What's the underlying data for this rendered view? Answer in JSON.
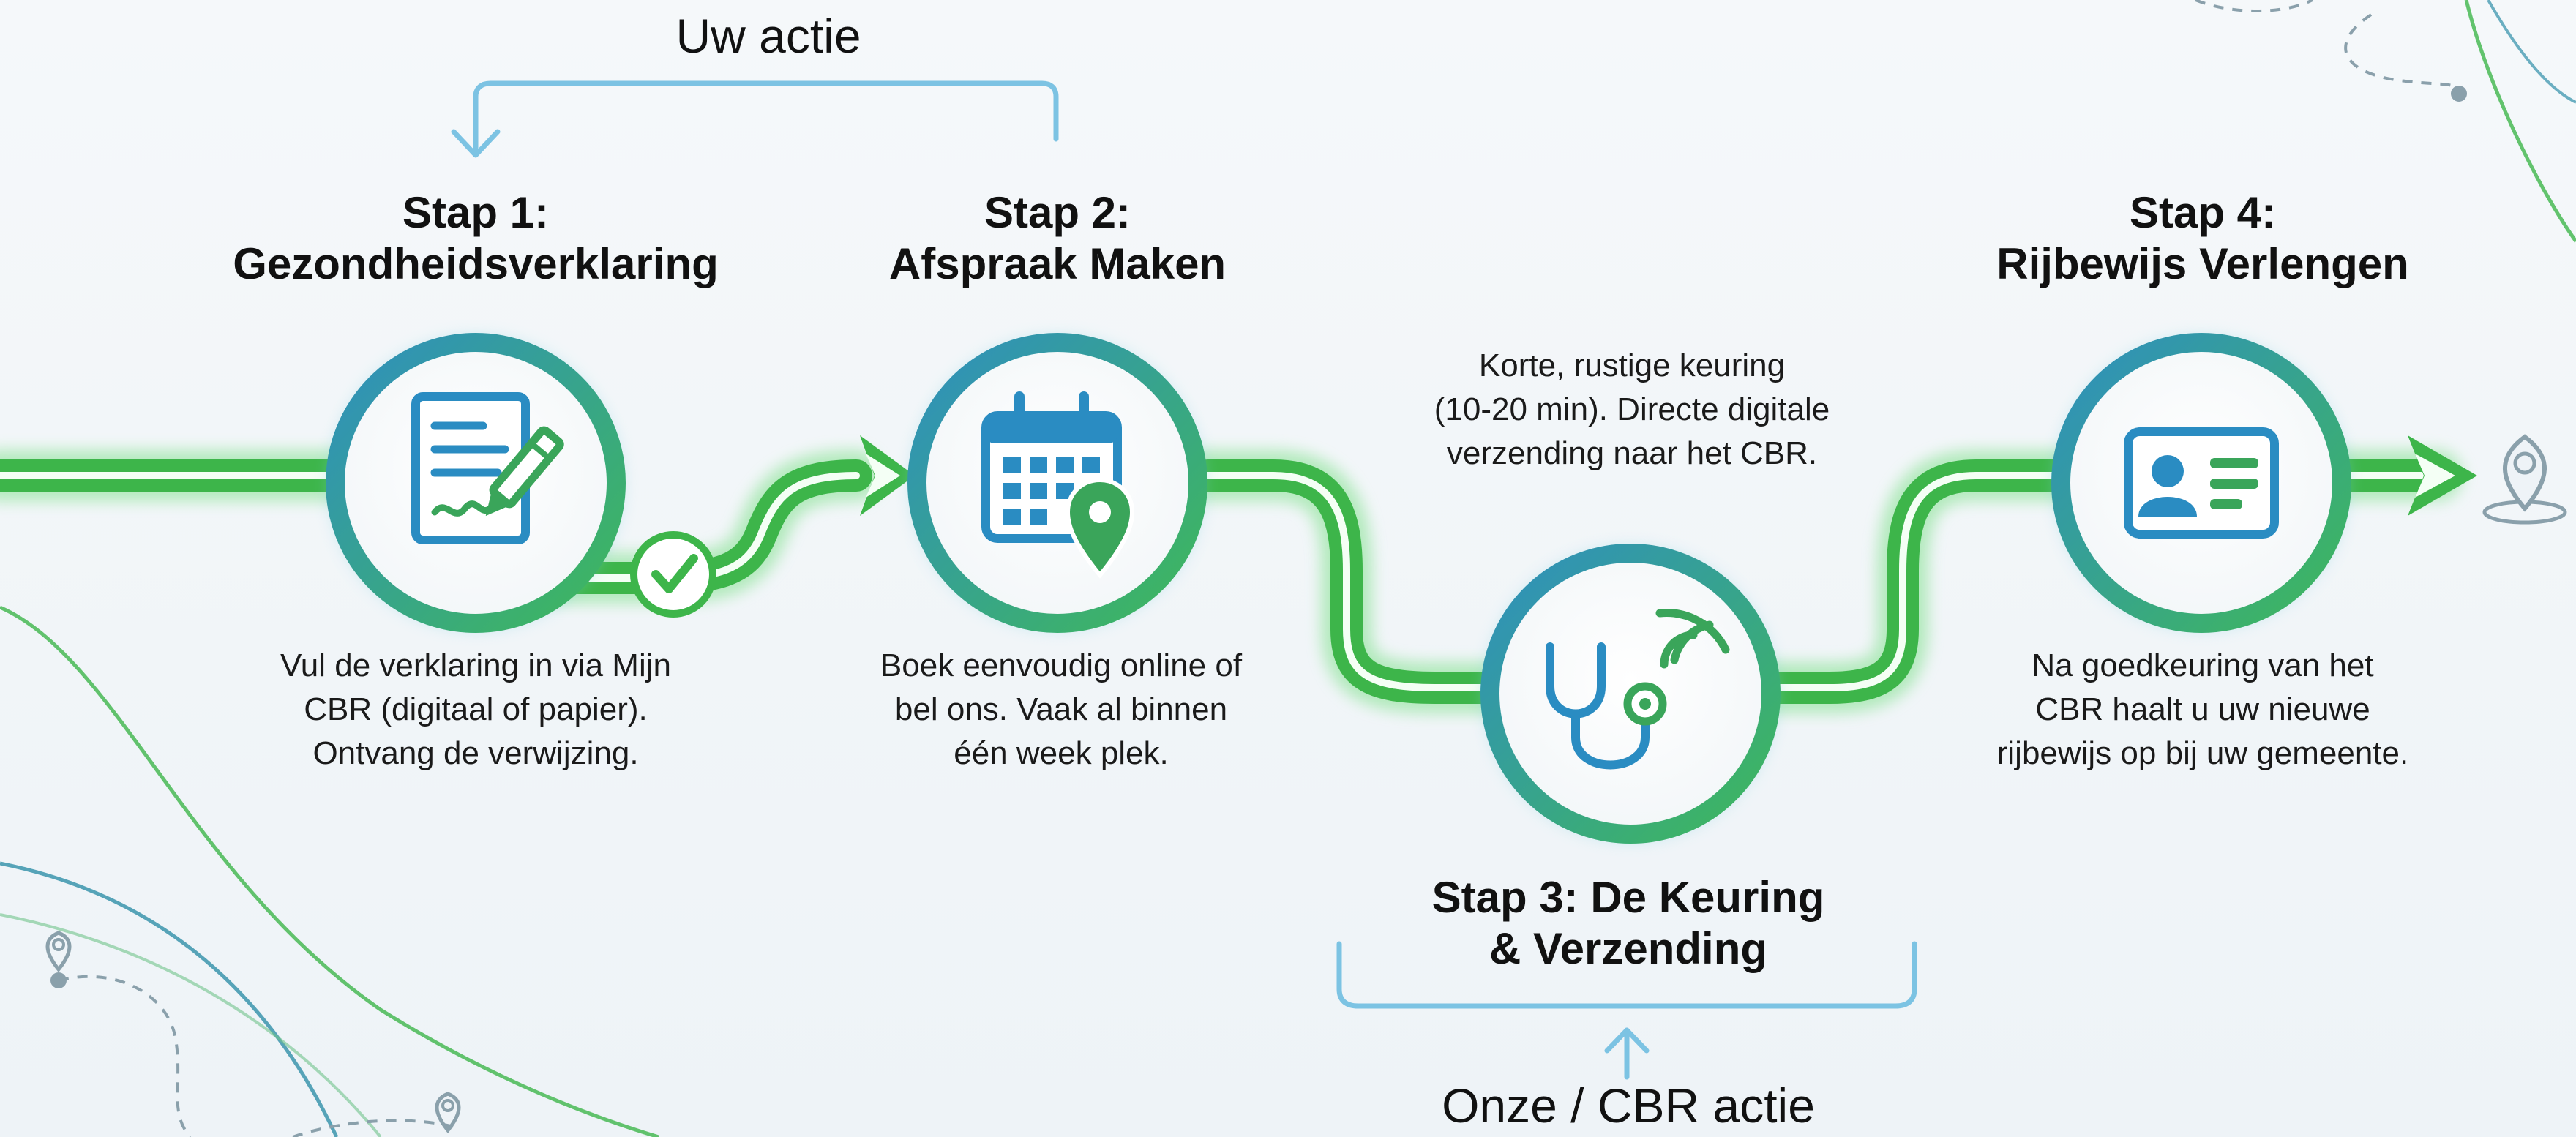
{
  "labels": {
    "user_action": "Uw actie",
    "our_action": "Onze / CBR actie"
  },
  "steps": [
    {
      "title": "Stap 1:\nGezondheidsverklaring",
      "icon": "document-pen-icon",
      "description": "Vul de verklaring in via Mijn\nCBR (digitaal of papier).\nOntvang de verwijzing."
    },
    {
      "title": "Stap 2:\nAfspraak Maken",
      "icon": "calendar-pin-icon",
      "description": "Boek eenvoudig online of\nbel ons. Vaak al binnen\néén week plek."
    },
    {
      "title": "Stap 3: De Keuring\n& Verzending",
      "icon": "stethoscope-wifi-icon",
      "description": "Korte, rustige keuring\n(10-20 min). Directe digitale\nverzending naar het CBR."
    },
    {
      "title": "Stap 4:\nRijbewijs Verlengen",
      "icon": "id-card-icon",
      "description": "Na goedkeuring van het\nCBR haalt u uw nieuwe\nrijbewijs op bij uw gemeente."
    }
  ],
  "colors": {
    "green": "#3db54a",
    "teal": "#2f8fa8",
    "light_blue": "#8ccbe6",
    "icon_blue": "#2a8cc2",
    "icon_green": "#3aa55a"
  }
}
